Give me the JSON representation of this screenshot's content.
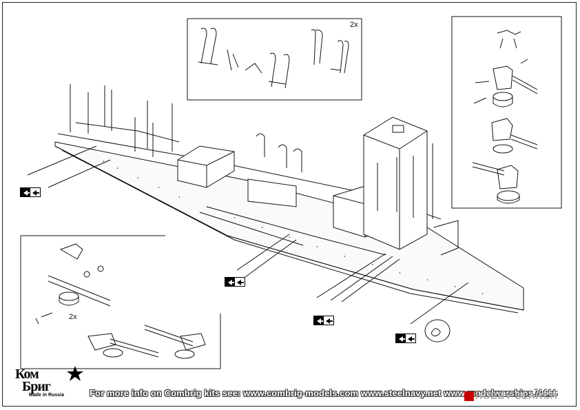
{
  "sheet": {
    "title_note": "2x",
    "gun_note": "2x",
    "footer_text": "For more info on Combrig kits see: www.combrig-models.com www.steelnavy.net www.modelwarships.com",
    "code": "70666"
  },
  "logo": {
    "line1": "Ком",
    "line2": "Бриг",
    "subline": "Made in Russia"
  },
  "watermark": {
    "text": "HOBBY SEARCH",
    "icon": "hobby-search-icon"
  },
  "icons": {
    "direction_tag": "arrow-right-icon",
    "star": "star-icon"
  }
}
